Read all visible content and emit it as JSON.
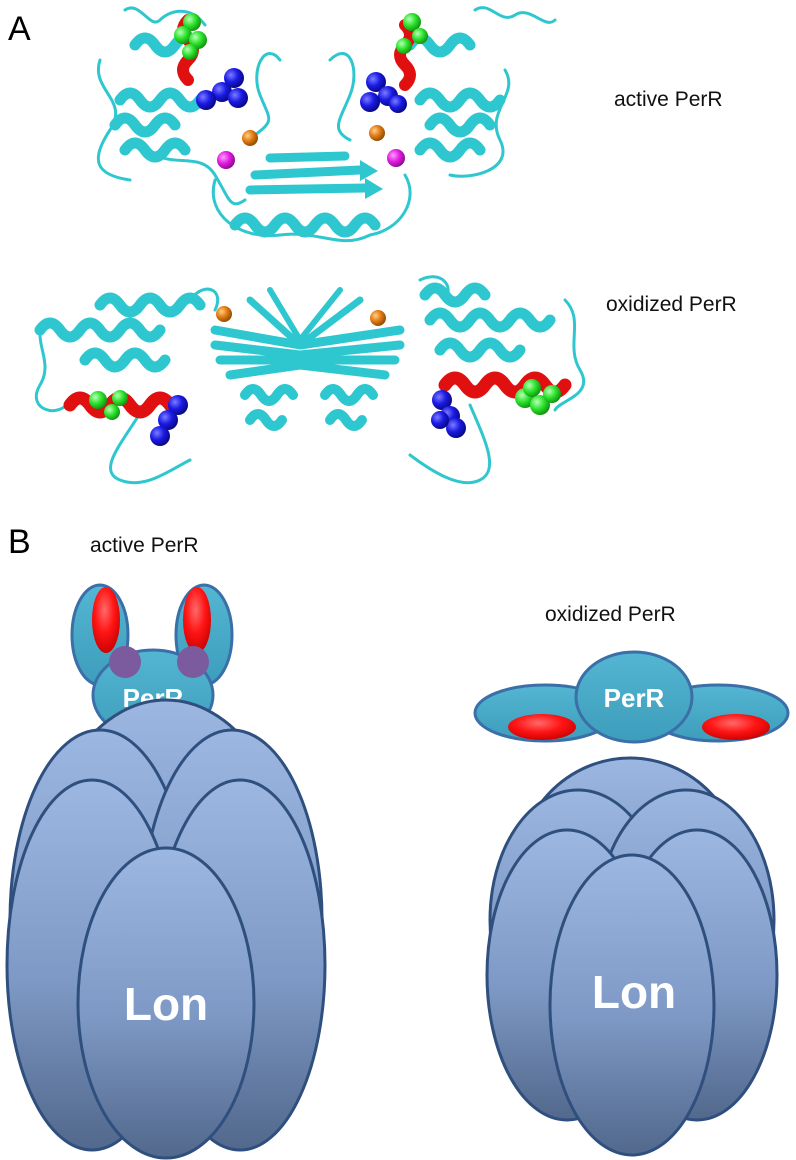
{
  "panel_a": {
    "label": "A",
    "structures": [
      {
        "caption": "active PerR"
      },
      {
        "caption": "oxidized PerR"
      }
    ]
  },
  "panel_b": {
    "label": "B",
    "complexes": [
      {
        "caption": "active PerR",
        "perr_label": "PerR",
        "lon_label": "Lon"
      },
      {
        "caption": "oxidized PerR",
        "perr_label": "PerR",
        "lon_label": "Lon"
      }
    ]
  },
  "colors": {
    "cartoon": "#2fc7cf",
    "helix_highlight": "#e01010",
    "sphere_green": "#2ee42e",
    "sphere_blue": "#1a1ae6",
    "sphere_orange": "#e27a12",
    "sphere_magenta": "#e21ce2",
    "perr_fill": "#4aabc8",
    "perr_stroke": "#3a6fa8",
    "lon_fill_top": "#9ab5e0",
    "lon_fill_bottom": "#556b8f",
    "lon_stroke": "#2f4f7e",
    "red_oval": "#ff1010",
    "purple_dot": "#7b5a9e"
  }
}
